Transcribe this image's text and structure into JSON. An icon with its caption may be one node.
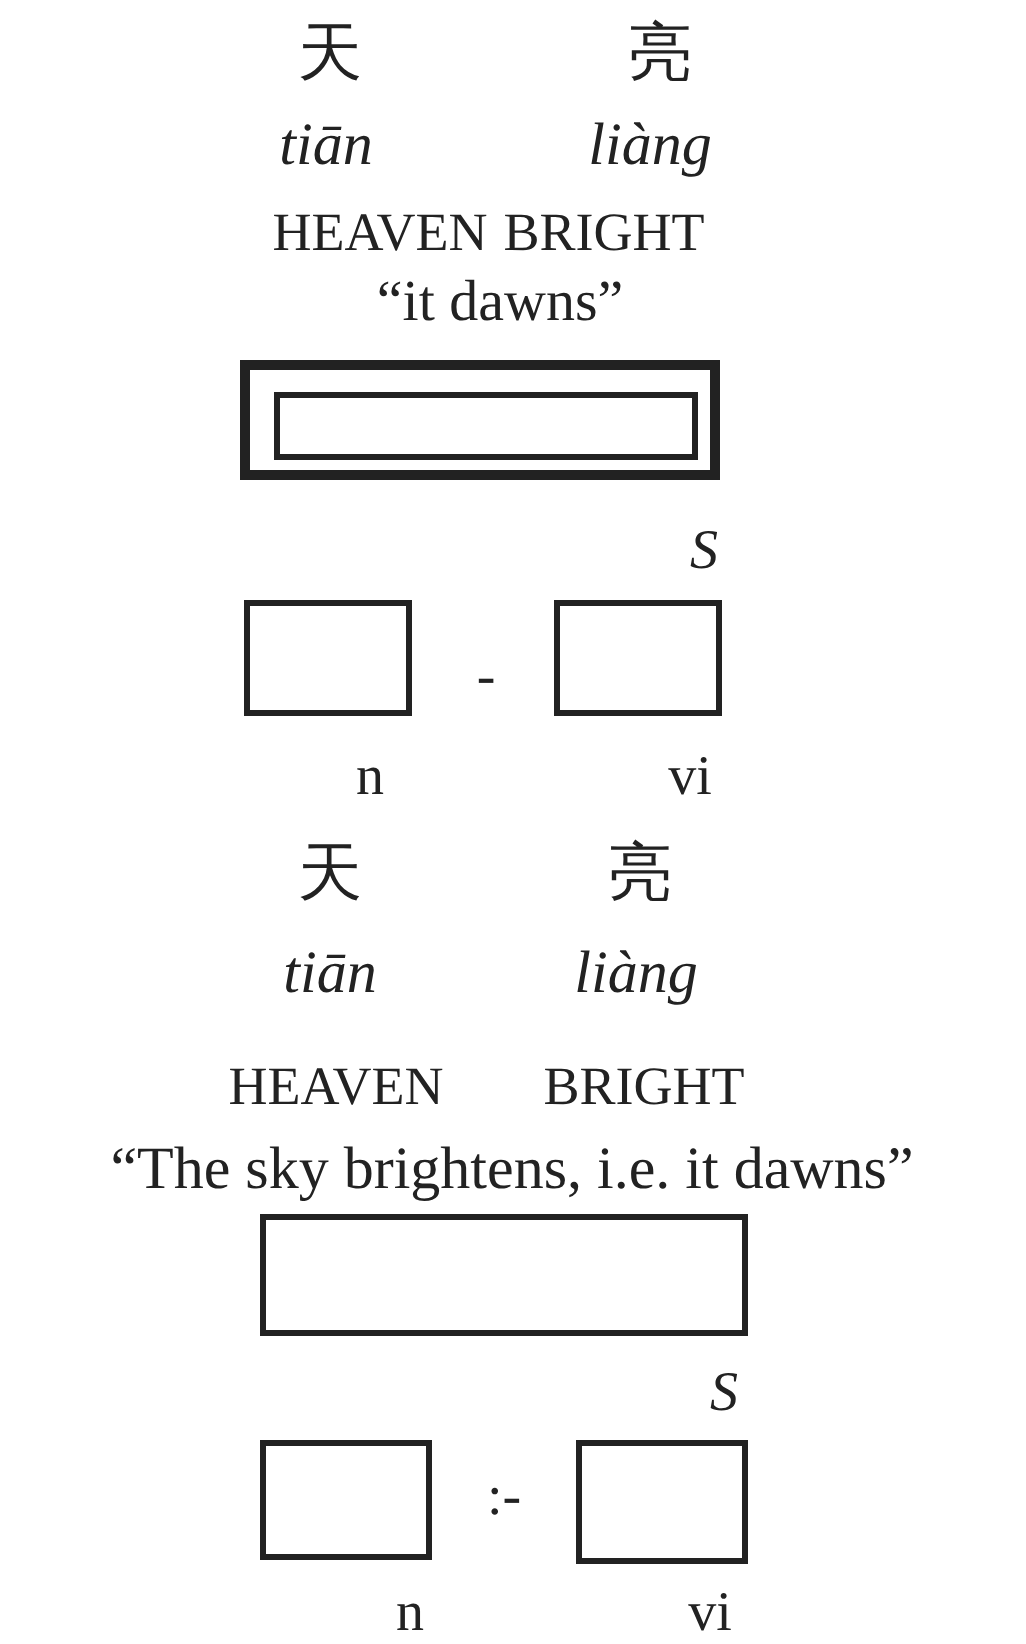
{
  "diagram": {
    "nodes": [
      {
        "text": [],
        "shape": "box"
      },
      {
        "text": [],
        "shape": "box",
        "in": 0
      },
      {
        "text": [],
        "shape": "box"
      },
      {
        "text": [],
        "shape": "box"
      },
      {
        "text": [],
        "shape": "box"
      },
      {
        "text": [],
        "shape": "box"
      },
      {
        "text": [],
        "shape": "box"
      }
    ],
    "labels": [
      "天",
      "亮",
      "tiān",
      "liàng",
      "HEAVEN",
      "BRIGHT",
      "“it dawns”",
      "S",
      "-",
      "n",
      "vi",
      "天",
      "亮",
      "tiān",
      "liàng",
      "HEAVEN",
      "BRIGHT",
      "“The sky brightens, i.e. it dawns”",
      "S",
      ":-",
      "n",
      "vi"
    ]
  }
}
